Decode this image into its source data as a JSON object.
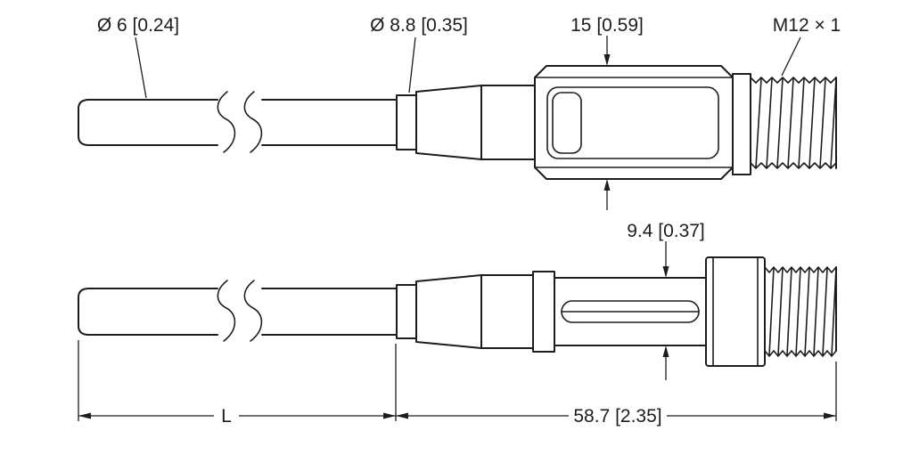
{
  "page": {
    "background": "#ffffff",
    "line_color": "#1d1d1b"
  },
  "drawing": {
    "top_view": {
      "probe_diameter": "Ø 6 [0.24]",
      "bushing_diameter": "Ø 8.8 [0.35]",
      "hex_width_across_flats": "15 [0.59]",
      "thread_spec": "M12 × 1"
    },
    "bottom_view": {
      "body_diameter": "9.4 [0.37]"
    },
    "dimensions": {
      "probe_length": "L",
      "housing_length": "58.7 [2.35]"
    }
  }
}
